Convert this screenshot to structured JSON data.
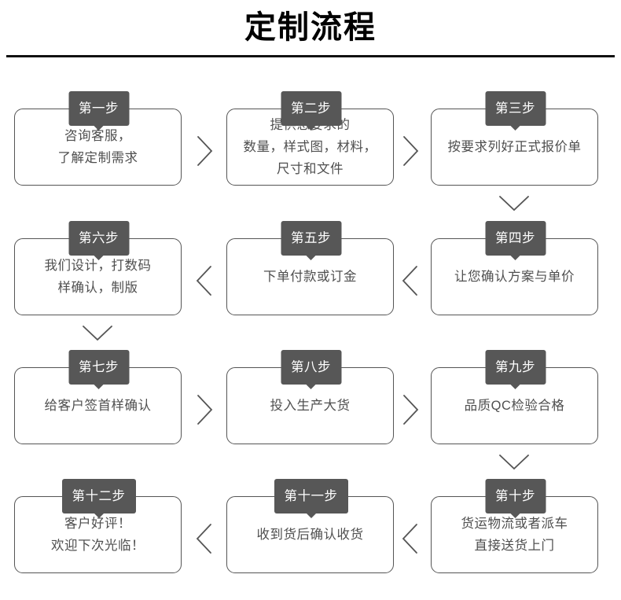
{
  "header": {
    "title": "定制流程"
  },
  "accent_colors": {
    "badge_bg": "#575757",
    "badge_text": "#ffffff",
    "box_border": "#555555",
    "box_bg": "#ffffff",
    "body_text": "#4f4f4f",
    "title_text": "#000000",
    "rule": "#111111",
    "connector": "#555555"
  },
  "flow": {
    "rows": [
      {
        "direction": "left-to-right",
        "steps": [
          {
            "badge": "第一步",
            "lines": [
              "咨询客服，",
              "了解定制需求"
            ]
          },
          {
            "badge": "第二步",
            "lines": [
              "提供您要求的",
              "数量，样式图，材料，",
              "尺寸和文件"
            ]
          },
          {
            "badge": "第三步",
            "lines": [
              "按要求列好正式报价单"
            ]
          }
        ],
        "connectors": [
          "chevron-right-icon",
          "chevron-right-icon"
        ],
        "row_end_connector": "chevron-down-icon"
      },
      {
        "direction": "right-to-left",
        "steps": [
          {
            "badge": "第六步",
            "lines": [
              "我们设计，打数码",
              "样确认，制版"
            ]
          },
          {
            "badge": "第五步",
            "lines": [
              "下单付款或订金"
            ]
          },
          {
            "badge": "第四步",
            "lines": [
              "让您确认方案与单价"
            ]
          }
        ],
        "connectors": [
          "chevron-left-icon",
          "chevron-left-icon"
        ],
        "row_end_connector": "chevron-down-icon"
      },
      {
        "direction": "left-to-right",
        "steps": [
          {
            "badge": "第七步",
            "lines": [
              "给客户签首样确认"
            ]
          },
          {
            "badge": "第八步",
            "lines": [
              "投入生产大货"
            ]
          },
          {
            "badge": "第九步",
            "lines": [
              "品质QC检验合格"
            ]
          }
        ],
        "connectors": [
          "chevron-right-icon",
          "chevron-right-icon"
        ],
        "row_end_connector": "chevron-down-icon"
      },
      {
        "direction": "right-to-left",
        "steps": [
          {
            "badge": "第十二步",
            "lines": [
              "客户好评！",
              "欢迎下次光临！"
            ]
          },
          {
            "badge": "第十一步",
            "lines": [
              "收到货后确认收货"
            ]
          },
          {
            "badge": "第十步",
            "lines": [
              "货运物流或者派车",
              "直接送货上门"
            ]
          }
        ],
        "connectors": [
          "chevron-left-icon",
          "chevron-left-icon"
        ],
        "row_end_connector": null
      }
    ]
  }
}
